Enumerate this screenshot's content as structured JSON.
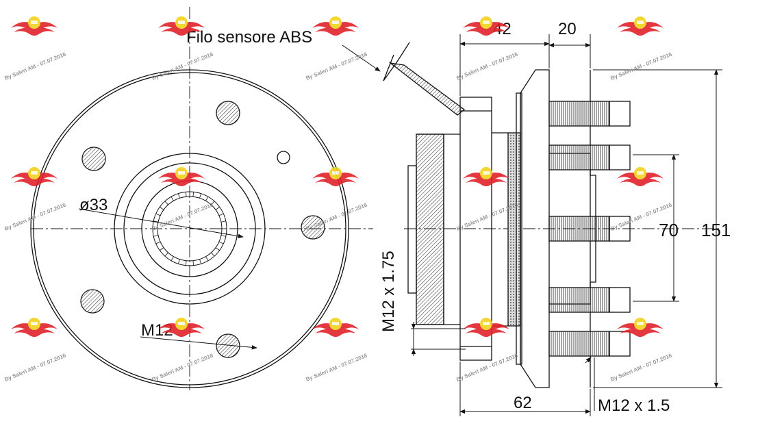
{
  "labels": {
    "abs_sensor": "Filo sensore ABS",
    "bore": "ø33",
    "bolt_thread": "M12",
    "dim_42": "42",
    "dim_20": "20",
    "dim_70": "70",
    "dim_151": "151",
    "dim_62": "62",
    "thread_m12x175": "M12 x 1.75",
    "thread_m12x15": "M12 x 1.5"
  },
  "watermark": {
    "text": "By Saleri AM - 07.07.2016"
  },
  "colors": {
    "line": "#111111",
    "logo_red": "#e0222a",
    "logo_yellow": "#f2d21c",
    "watermark": "#8a8a8a"
  }
}
